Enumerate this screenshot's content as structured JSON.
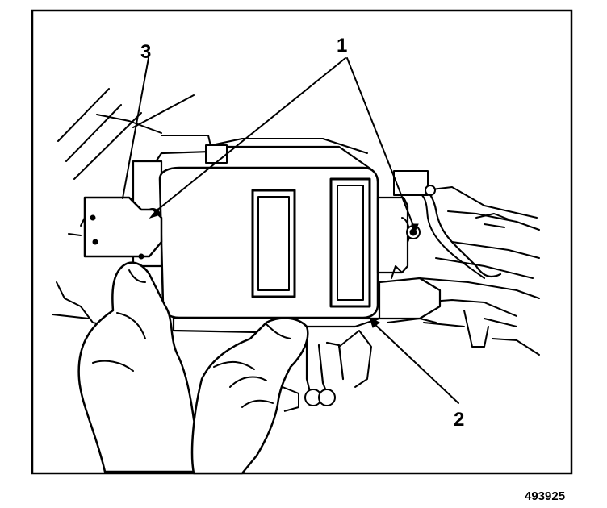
{
  "callouts": {
    "label_1": "1",
    "label_2": "2",
    "label_3": "3"
  },
  "figure_id": "493925",
  "colors": {
    "ink": "#000000",
    "paper": "#ffffff"
  }
}
